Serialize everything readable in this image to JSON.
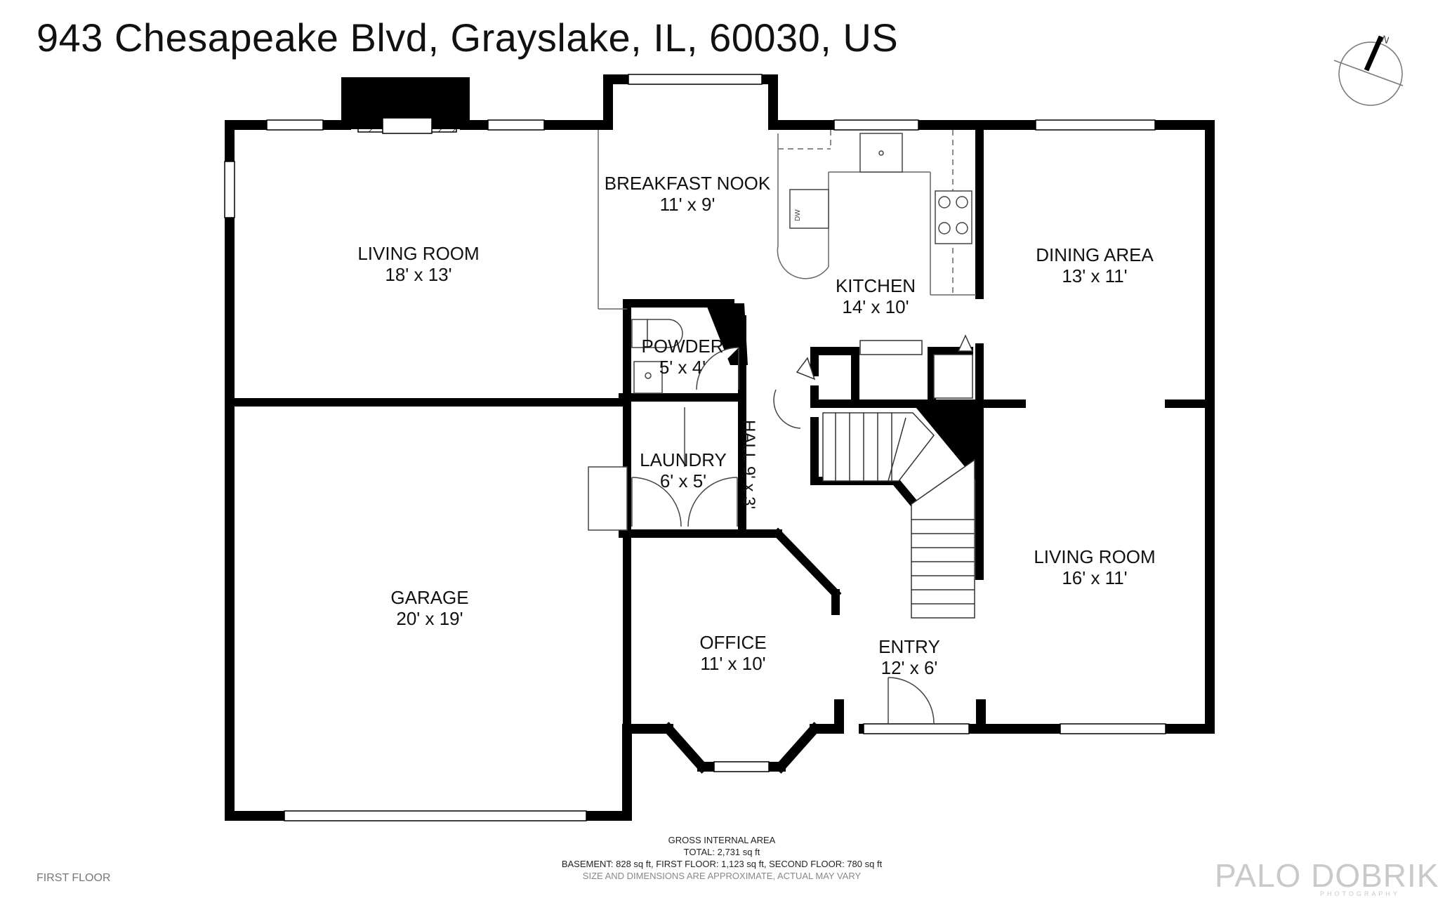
{
  "address": "943 Chesapeake Blvd, Grayslake, IL, 60030, US",
  "compass": {
    "label": "N"
  },
  "rooms": {
    "living_room_1": {
      "name": "LIVING ROOM",
      "dims": "18' x 13'"
    },
    "breakfast_nook": {
      "name": "BREAKFAST NOOK",
      "dims": "11' x 9'"
    },
    "kitchen": {
      "name": "KITCHEN",
      "dims": "14' x 10'"
    },
    "dining_area": {
      "name": "DINING AREA",
      "dims": "13' x 11'"
    },
    "powder": {
      "name": "POWDER",
      "dims": "5' x 4'"
    },
    "laundry": {
      "name": "LAUNDRY",
      "dims": "6' x 5'"
    },
    "hall": {
      "name": "HALL",
      "dims": "9' x 3'"
    },
    "garage": {
      "name": "GARAGE",
      "dims": "20' x 19'"
    },
    "office": {
      "name": "OFFICE",
      "dims": "11' x 10'"
    },
    "entry": {
      "name": "ENTRY",
      "dims": "12' x 6'"
    },
    "living_room_2": {
      "name": "LIVING ROOM",
      "dims": "16' x 11'"
    }
  },
  "appliances": {
    "dishwasher": "DW"
  },
  "footer": {
    "area_title": "GROSS INTERNAL AREA",
    "total": "TOTAL: 2,731 sq ft",
    "breakdown": "BASEMENT: 828 sq ft, FIRST FLOOR: 1,123 sq ft, SECOND FLOOR: 780 sq ft",
    "note": "SIZE AND DIMENSIONS ARE APPROXIMATE, ACTUAL MAY VARY"
  },
  "floor_label": "FIRST FLOOR",
  "brand": {
    "name": "PALO DOBRIK",
    "sub": "PHOTOGRAPHY"
  },
  "colors": {
    "wall": "#000000",
    "window": "#ffffff",
    "brand": "#c9c9c9"
  }
}
